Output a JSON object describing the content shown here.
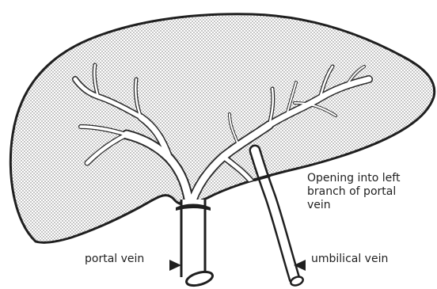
{
  "labels": {
    "opening": [
      "Opening into left",
      "branch of portal",
      "vein"
    ],
    "portal_vein": "portal vein",
    "umbilical_vein": "umbilical vein"
  },
  "colors": {
    "ink": "#1f1f1f",
    "paper": "#ffffff",
    "stipple": "#6d6d6d"
  }
}
